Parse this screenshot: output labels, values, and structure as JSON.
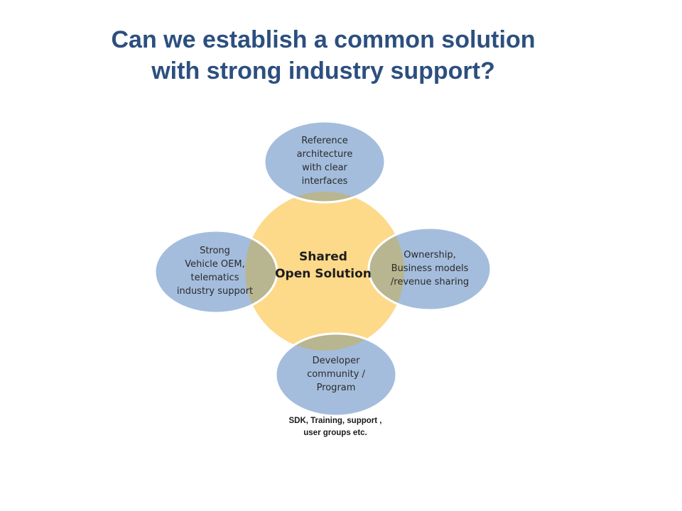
{
  "title": {
    "line1": "Can we establish a common solution",
    "line2": "with strong industry support?"
  },
  "colors": {
    "title": "#2c4f7f",
    "center_fill": "#fdd98a",
    "petal_fill": "#a4bddd",
    "overlap_fill": "#b8b690",
    "outline": "#ffffff"
  },
  "diagram": {
    "center": {
      "line1": "Shared",
      "line2": "Open Solution"
    },
    "top": {
      "lines": [
        "Reference",
        "architecture",
        "with clear",
        "interfaces"
      ]
    },
    "right": {
      "lines": [
        "Ownership,",
        "Business models",
        "/revenue sharing"
      ]
    },
    "bottom": {
      "lines": [
        "Developer",
        "community  /",
        "Program"
      ]
    },
    "left": {
      "lines": [
        "Strong",
        "Vehicle OEM,",
        "telematics",
        "industry support"
      ]
    }
  },
  "footnote": {
    "line1": "SDK, Training, support ,",
    "line2": "user groups etc."
  }
}
